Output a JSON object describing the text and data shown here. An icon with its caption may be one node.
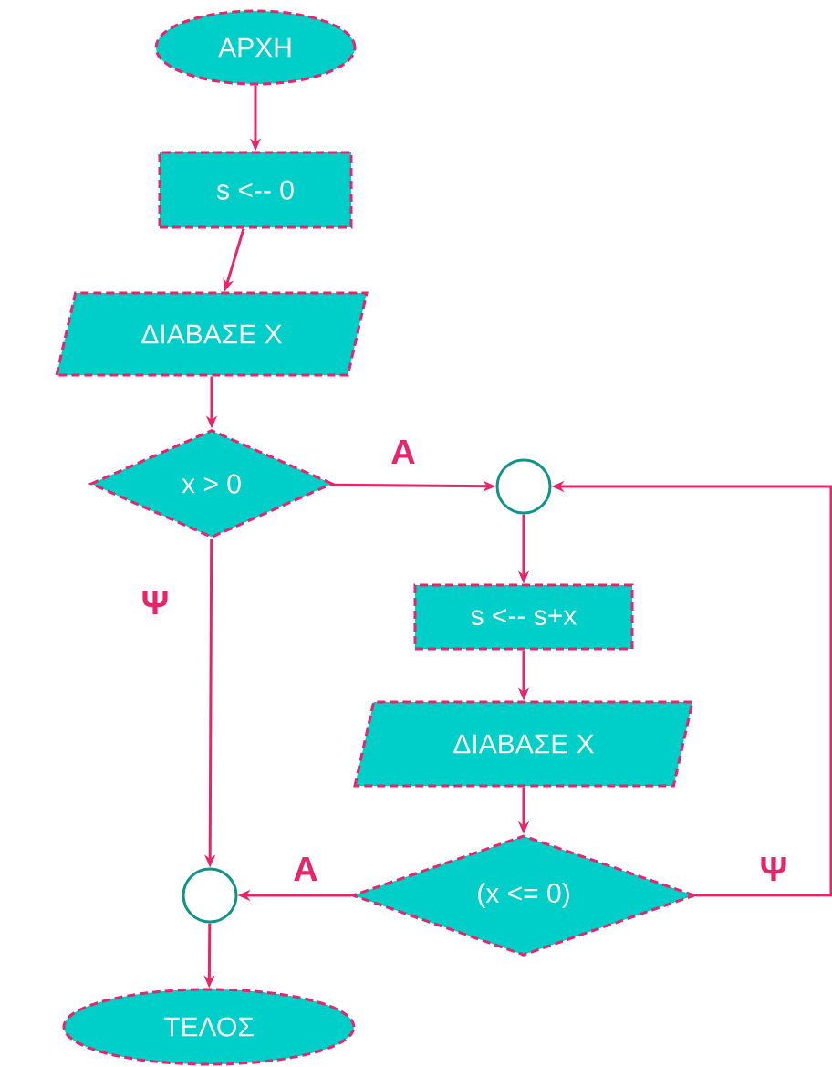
{
  "diagram": {
    "nodes": [
      {
        "text": [
          "ΑΡΧΗ"
        ]
      },
      {
        "text": [
          "s <-- 0"
        ]
      },
      {
        "text": [
          "ΔΙΑΒΑΣΕ Χ"
        ]
      },
      {
        "text": [
          "x > 0"
        ]
      },
      {
        "text": [],
        "shape": "circle"
      },
      {
        "text": [
          "s <-- s+x"
        ]
      },
      {
        "text": [
          "ΔΙΑΒΑΣΕ Χ"
        ]
      },
      {
        "text": [
          "(x <= 0)"
        ]
      },
      {
        "text": [],
        "shape": "circle"
      },
      {
        "text": [
          "ΤΕΛΟΣ"
        ]
      }
    ],
    "edges": [
      {
        "from": 0,
        "to": 1,
        "arrow": "to"
      },
      {
        "from": 1,
        "to": 2,
        "arrow": "to"
      },
      {
        "from": 2,
        "to": 3,
        "arrow": "to"
      },
      {
        "from": 3,
        "to": 4,
        "arrow": "to",
        "label": "Α"
      },
      {
        "from": 3,
        "to": 8,
        "arrow": "to",
        "label": "Ψ"
      },
      {
        "from": 4,
        "to": 5,
        "arrow": "to"
      },
      {
        "from": 5,
        "to": 6,
        "arrow": "to"
      },
      {
        "from": 6,
        "to": 7,
        "arrow": "to"
      },
      {
        "from": 7,
        "to": 8,
        "arrow": "to",
        "label": "Α"
      },
      {
        "from": 7,
        "to": 4,
        "arrow": "to",
        "label": "Ψ"
      },
      {
        "from": 8,
        "to": 9,
        "arrow": "to"
      }
    ]
  }
}
